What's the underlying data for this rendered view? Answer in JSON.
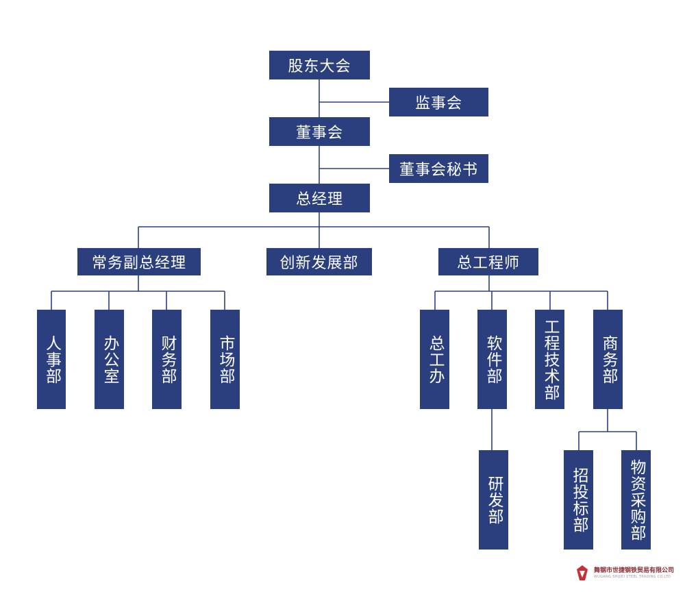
{
  "colors": {
    "box": "#2b3f7f",
    "line": "#2b3f7f",
    "text": "#ffffff"
  },
  "nodes": {
    "shareholders": "股东大会",
    "supervisory_board": "监事会",
    "board": "董事会",
    "board_secretary": "董事会秘书",
    "general_manager": "总经理",
    "executive_vp": "常务副总经理",
    "innovation_dept": "创新发展部",
    "chief_engineer": "总工程师",
    "hr_dept": "人事部",
    "office": "办公室",
    "finance_dept": "财务部",
    "marketing_dept": "市场部",
    "chief_engineer_office": "总工办",
    "software_dept": "软件部",
    "engineering_tech_dept": "工程技术部",
    "business_dept": "商务部",
    "rd_dept": "研发部",
    "bidding_dept": "招投标部",
    "procurement_dept": "物资采购部"
  },
  "logo": {
    "icon": "company-logo-icon",
    "name": "舞钢市世捷钢铁贸易有限公司",
    "english": "WUGANG SHIJIEI STEEL TRADING CO.LTD"
  }
}
